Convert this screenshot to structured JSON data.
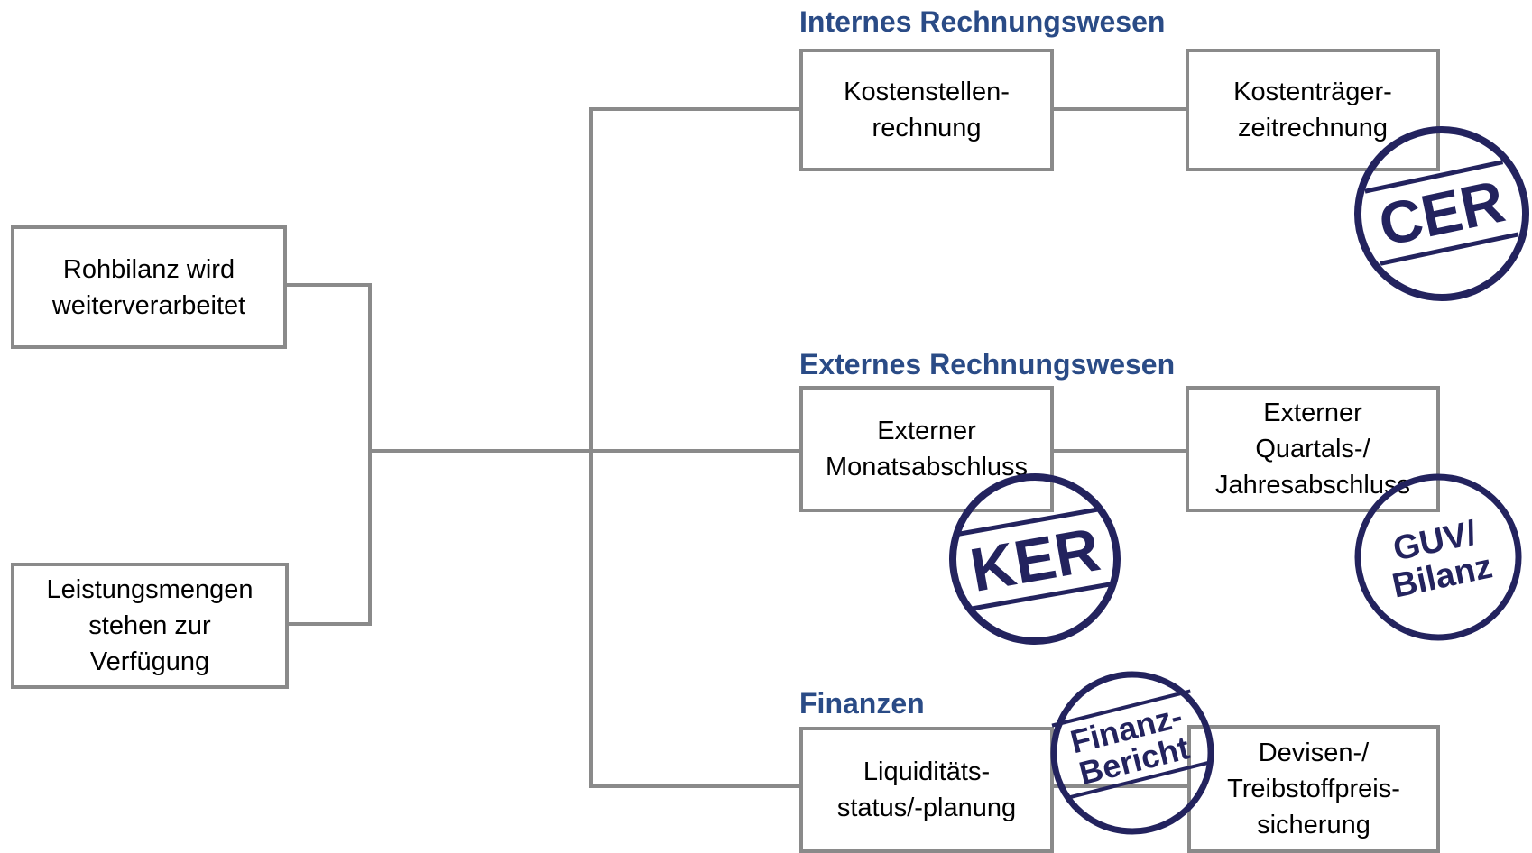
{
  "sources": [
    {
      "id": "rohbilanz",
      "label": "Rohbilanz wird\nweiterverarbeitet"
    },
    {
      "id": "leistungsmengen",
      "label": "Leistungsmengen\nstehen zur\nVerfügung"
    }
  ],
  "sections": [
    {
      "heading": "Internes Rechnungswesen",
      "boxes": [
        {
          "label": "Kostenstellen-\nrechnung"
        },
        {
          "label": "Kostenträger-\nzeitrechnung"
        }
      ]
    },
    {
      "heading": "Externes Rechnungswesen",
      "boxes": [
        {
          "label": "Externer\nMonatsabschluss"
        },
        {
          "label": "Externer\nQuartals-/\nJahresabschluss"
        }
      ]
    },
    {
      "heading": "Finanzen",
      "boxes": [
        {
          "label": "Liquiditäts-\nstatus/-planung"
        },
        {
          "label": "Devisen-/\nTreibstoffpreis-\nsicherung"
        }
      ]
    }
  ],
  "stamps": [
    {
      "name": "stamp-cer",
      "lines": [
        "CER"
      ]
    },
    {
      "name": "stamp-ker",
      "lines": [
        "KER"
      ]
    },
    {
      "name": "stamp-guv-bilanz",
      "lines": [
        "GUV/",
        "Bilanz"
      ]
    },
    {
      "name": "stamp-finanz-bericht",
      "lines": [
        "Finanz-",
        "Bericht"
      ]
    }
  ],
  "colors": {
    "heading": "#2a4b86",
    "line": "#8a8a8a",
    "stamp": "#23235e"
  }
}
